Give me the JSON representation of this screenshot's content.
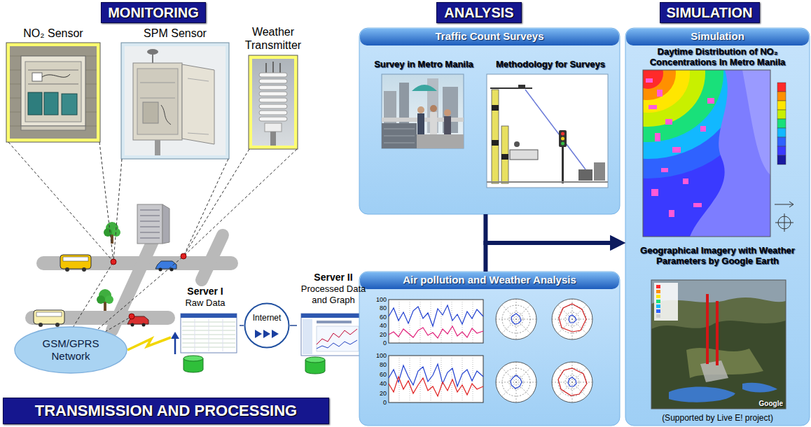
{
  "diagram": {
    "nodes": [
      {
        "text": [
          "MONITORING"
        ]
      },
      {
        "text": [
          "NO₂ Sensor"
        ]
      },
      {
        "text": [
          "SPM Sensor"
        ]
      },
      {
        "text": [
          "Weather Transmitter"
        ]
      },
      {
        "text": [
          "GSM/GPRS Network"
        ]
      },
      {
        "text": [
          "Server I",
          "Raw Data"
        ]
      },
      {
        "text": [
          "Internet"
        ]
      },
      {
        "text": [
          "Server II",
          "Processed Data and Graph"
        ]
      },
      {
        "text": [
          "TRANSMISSION AND PROCESSING"
        ]
      },
      {
        "text": [
          "ANALYSIS"
        ]
      },
      {
        "text": [
          "Traffic Count Surveys"
        ]
      },
      {
        "text": [
          "Survey in Metro Manila"
        ],
        "in": 10
      },
      {
        "text": [
          "Methodology for Surveys"
        ],
        "in": 10
      },
      {
        "text": [
          "Air pollution and Weather Analysis"
        ]
      },
      {
        "text": [
          "SIMULATION"
        ]
      },
      {
        "text": [
          "Simulation"
        ]
      },
      {
        "text": [
          "Daytime Distribution of NO₂ Concentrations In Metro Manila"
        ],
        "in": 15
      },
      {
        "text": [
          "Geographical Imagery with Weather Parameters by Google Earth",
          "(Supported by Live E! project)"
        ],
        "in": 15
      }
    ],
    "edges": [
      {
        "from": 4,
        "to": 5,
        "arrow": "none"
      },
      {
        "from": 5,
        "to": 6,
        "arrow": "none"
      },
      {
        "from": 6,
        "to": 7,
        "arrow": "none"
      },
      {
        "from": 10,
        "to": 15,
        "arrow": "to"
      },
      {
        "from": 13,
        "to": 15,
        "arrow": "to"
      }
    ],
    "labels": [
      "100",
      "80",
      "60",
      "40",
      "20",
      "0",
      "100",
      "80",
      "60",
      "40",
      "20",
      "0",
      "Google"
    ]
  }
}
